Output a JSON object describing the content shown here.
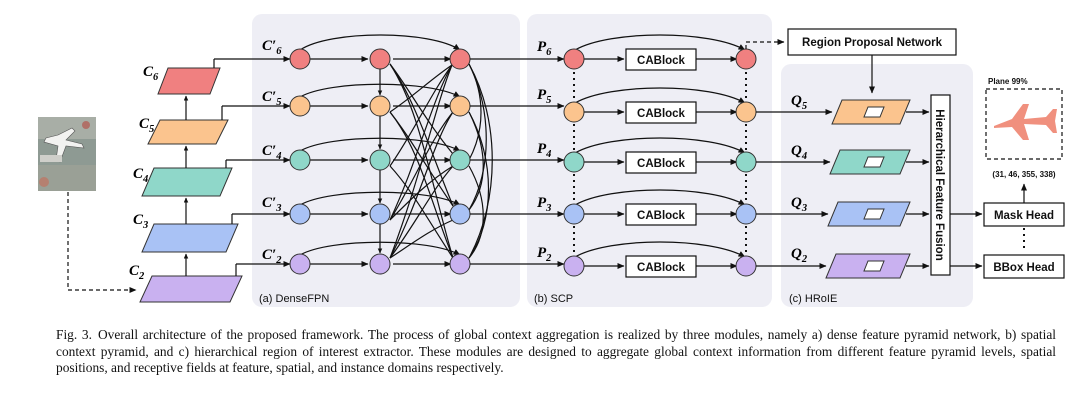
{
  "panels": {
    "densefpn": "(a) DenseFPN",
    "scp": "(b) SCP",
    "hroie": "(c) HRoIE"
  },
  "backbone_levels": [
    {
      "base": "C",
      "sub": "6"
    },
    {
      "base": "C",
      "sub": "5"
    },
    {
      "base": "C",
      "sub": "4"
    },
    {
      "base": "C",
      "sub": "3"
    },
    {
      "base": "C",
      "sub": "2"
    }
  ],
  "dense_levels": [
    {
      "base": "C",
      "prime": "′",
      "sub": "6"
    },
    {
      "base": "C",
      "prime": "′",
      "sub": "5"
    },
    {
      "base": "C",
      "prime": "′",
      "sub": "4"
    },
    {
      "base": "C",
      "prime": "′",
      "sub": "3"
    },
    {
      "base": "C",
      "prime": "′",
      "sub": "2"
    }
  ],
  "scp_levels": [
    {
      "base": "P",
      "sub": "6"
    },
    {
      "base": "P",
      "sub": "5"
    },
    {
      "base": "P",
      "sub": "4"
    },
    {
      "base": "P",
      "sub": "3"
    },
    {
      "base": "P",
      "sub": "2"
    }
  ],
  "roi_levels": [
    {
      "base": "Q",
      "sub": "5"
    },
    {
      "base": "Q",
      "sub": "4"
    },
    {
      "base": "Q",
      "sub": "3"
    },
    {
      "base": "Q",
      "sub": "2"
    }
  ],
  "cablock_label": "CABlock",
  "rpn_label": "Region Proposal Network",
  "hff_label": "Hierarchical Feature Fusion",
  "mask_head_label": "Mask Head",
  "bbox_head_label": "BBox Head",
  "result_label": "Plane 99%",
  "result_coords": "(31, 46, 355, 338)",
  "colors": {
    "level6": "#f08080",
    "level5": "#fbc48e",
    "level4": "#8fd7c9",
    "level3": "#a9c2f5",
    "level2": "#c9b1f0",
    "panel_bg": "#eeeef5",
    "plane": "#f0907e"
  },
  "caption": {
    "label": "Fig. 3.",
    "text": "Overall architecture of the proposed framework. The process of global context aggregation is realized by three modules, namely a) dense feature pyramid network, b) spatial context pyramid, and c) hierarchical region of interest extractor. These modules are designed to aggregate global context information from different feature pyramid levels, spatial positions, and receptive fields at feature, spatial, and instance domains respectively."
  }
}
